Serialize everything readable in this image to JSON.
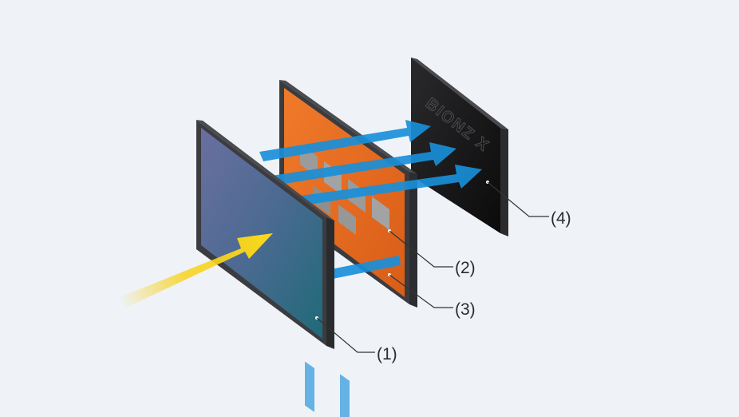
{
  "colors": {
    "background": "#eff3f8",
    "incoming_light": "#f7d21e",
    "signal_arrows": "#1a8fd9",
    "sensor_face": "#3f6f8f",
    "circuit_layer": "#e86a22",
    "memory_blocks": "#9a9a9a",
    "processor_face": "#141414",
    "panel_edge": "#3a3b3e"
  },
  "icons": [
    "incoming-light-arrow-icon",
    "signal-flow-arrow-icon"
  ],
  "callouts": {
    "c1": "(1)",
    "c2": "(2)",
    "c3": "(3)",
    "c4": "(4)"
  },
  "processor_chip": {
    "logo_text": "BIONZ X"
  }
}
